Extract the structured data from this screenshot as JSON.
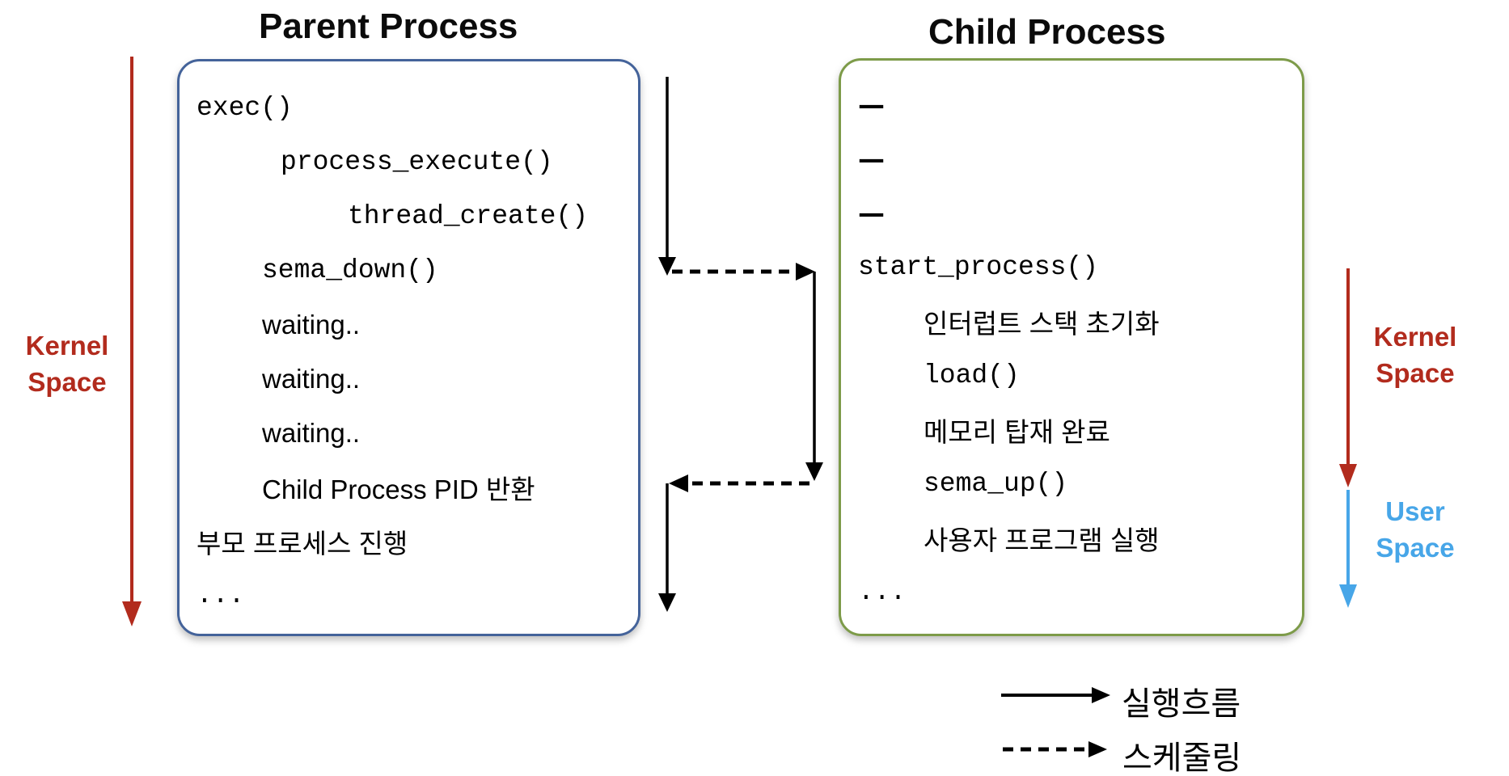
{
  "titles": {
    "parent": "Parent Process",
    "child": "Child Process"
  },
  "parent_box": {
    "rows": [
      {
        "text": "exec()",
        "mono": true,
        "indent": 0,
        "name": "parent-line-exec"
      },
      {
        "text": "process_execute()",
        "mono": true,
        "indent": 2,
        "name": "parent-line-process-execute"
      },
      {
        "text": "thread_create()",
        "mono": true,
        "indent": 3,
        "name": "parent-line-thread-create"
      },
      {
        "text": "sema_down()",
        "mono": true,
        "indent": 1,
        "name": "parent-line-sema-down"
      },
      {
        "text": "waiting..",
        "mono": false,
        "indent": 1,
        "name": "parent-line-waiting-1"
      },
      {
        "text": "waiting..",
        "mono": false,
        "indent": 1,
        "name": "parent-line-waiting-2"
      },
      {
        "text": "waiting..",
        "mono": false,
        "indent": 1,
        "name": "parent-line-waiting-3"
      },
      {
        "text": "Child Process PID 반환",
        "mono": false,
        "indent": 1,
        "name": "parent-line-child-pid-return"
      },
      {
        "text": "부모 프로세스 진행",
        "mono": false,
        "indent": 0,
        "name": "parent-line-parent-continues"
      },
      {
        "text": "...",
        "mono": true,
        "indent": 0,
        "name": "parent-line-ellipsis"
      }
    ]
  },
  "child_box": {
    "rows": [
      {
        "text": "—",
        "mono": false,
        "dash": true,
        "indent": 0,
        "name": "child-line-blank-1"
      },
      {
        "text": "—",
        "mono": false,
        "dash": true,
        "indent": 0,
        "name": "child-line-blank-2"
      },
      {
        "text": "—",
        "mono": false,
        "dash": true,
        "indent": 0,
        "name": "child-line-blank-3"
      },
      {
        "text": "start_process()",
        "mono": true,
        "indent": 0,
        "name": "child-line-start-process"
      },
      {
        "text": "인터럽트 스택 초기화",
        "mono": false,
        "indent": 1,
        "name": "child-line-interrupt-stack-init"
      },
      {
        "text": "load()",
        "mono": true,
        "indent": 1,
        "name": "child-line-load"
      },
      {
        "text": "메모리 탑재 완료",
        "mono": false,
        "indent": 1,
        "name": "child-line-memory-load-done"
      },
      {
        "text": "sema_up()",
        "mono": true,
        "indent": 1,
        "name": "child-line-sema-up"
      },
      {
        "text": "사용자 프로그램 실행",
        "mono": false,
        "indent": 1,
        "name": "child-line-user-program-run"
      },
      {
        "text": "...",
        "mono": true,
        "indent": 0,
        "name": "child-line-ellipsis"
      }
    ]
  },
  "side_labels": {
    "parent_kernel": {
      "line1": "Kernel",
      "line2": "Space"
    },
    "child_kernel": {
      "line1": "Kernel",
      "line2": "Space"
    },
    "child_user": {
      "line1": "User",
      "line2": "Space"
    }
  },
  "legend": {
    "items": [
      {
        "style": "solid",
        "label": "실행흐름"
      },
      {
        "style": "dashed",
        "label": "스케줄링"
      }
    ]
  },
  "colors": {
    "parent_border_blue": "#44639A",
    "child_border_olive": "#7D9B49",
    "kernel_space_red": "#B22B1D",
    "user_space_blue": "#47A6E8",
    "flow_black": "#000000"
  }
}
